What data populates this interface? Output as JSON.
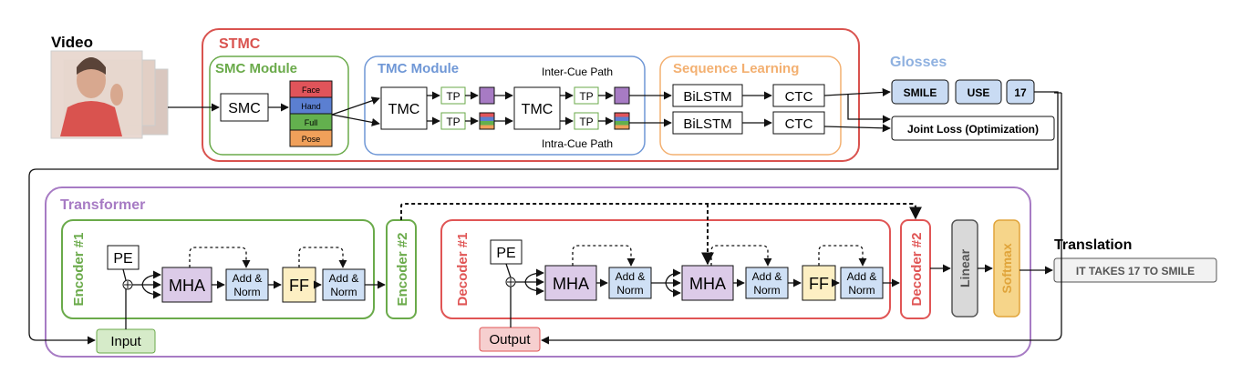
{
  "video": {
    "label": "Video"
  },
  "stmc": {
    "title": "STMC",
    "smc_module": {
      "title": "SMC Module",
      "block": "SMC",
      "cues": [
        "Face",
        "Hand",
        "Full",
        "Pose"
      ]
    },
    "tmc_module": {
      "title": "TMC Module",
      "block1": "TMC",
      "block2": "TMC",
      "tp": "TP",
      "inter_cue": "Inter-Cue Path",
      "intra_cue": "Intra-Cue Path"
    },
    "sequence_learning": {
      "title": "Sequence Learning",
      "bilstm": "BiLSTM",
      "ctc": "CTC"
    }
  },
  "glosses": {
    "title": "Glosses",
    "items": [
      "SMILE",
      "USE",
      "17"
    ],
    "joint_loss": "Joint Loss (Optimization)"
  },
  "transformer": {
    "title": "Transformer",
    "encoder1": "Encoder #1",
    "encoder2": "Encoder #2",
    "decoder1": "Decoder #1",
    "decoder2": "Decoder #2",
    "pe": "PE",
    "mha": "MHA",
    "ff": "FF",
    "add_norm": [
      "Add &",
      "Norm"
    ],
    "input": "Input",
    "output": "Output",
    "linear": "Linear",
    "softmax": "Softmax"
  },
  "translation": {
    "title": "Translation",
    "text": "IT TAKES 17 TO SMILE"
  },
  "colors": {
    "stmc": "#d9534f",
    "smc": "#6aaa4a",
    "tmc": "#6f97d6",
    "seq": "#f3b071",
    "glosses": "#8fb1e0",
    "transformer": "#a77bc4",
    "encoder": "#6aaa4a",
    "decoder": "#e05555",
    "cue_face": "#e0545a",
    "cue_hand": "#5b7fd1",
    "cue_full": "#63b04e",
    "cue_pose": "#f0a05a"
  }
}
